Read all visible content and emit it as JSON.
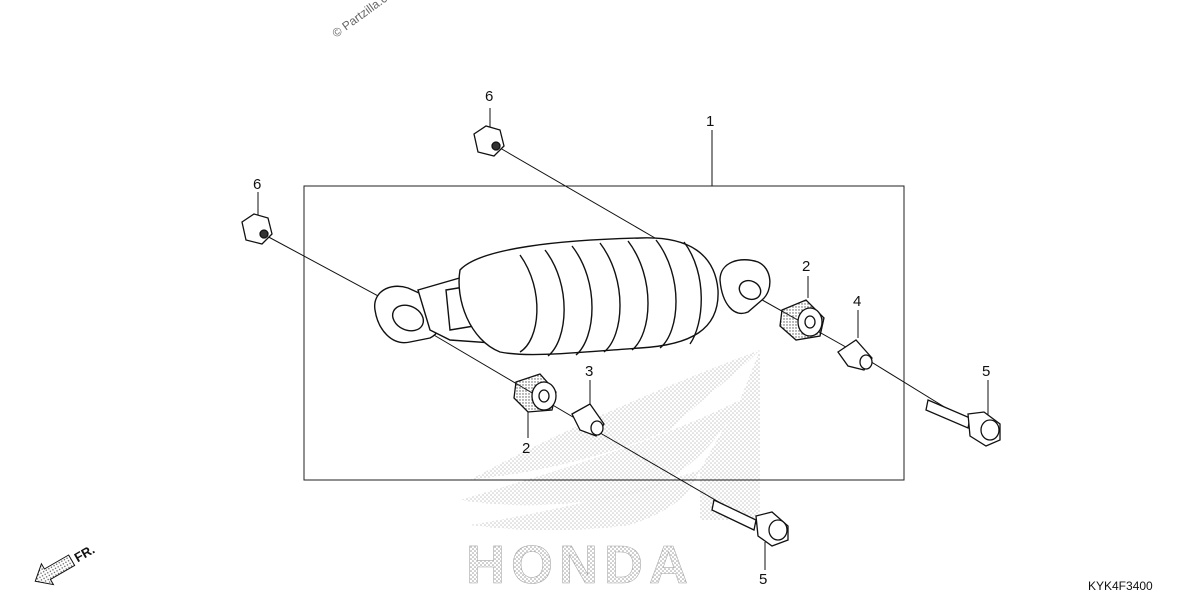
{
  "watermark": "© Partzilla.com",
  "diagram_code": "KYK4F3400",
  "brand_mark": "HONDA",
  "direction_label": "FR.",
  "callouts": {
    "shock_absorber": "1",
    "bushing_left": "2",
    "bushing_right": "2",
    "collar_left": "3",
    "collar_right": "4",
    "bolt_right": "5",
    "bolt_bottom": "5",
    "cap_top": "6",
    "cap_left": "6"
  },
  "colors": {
    "line": "#111111",
    "stipple": "#9a9a9a"
  }
}
